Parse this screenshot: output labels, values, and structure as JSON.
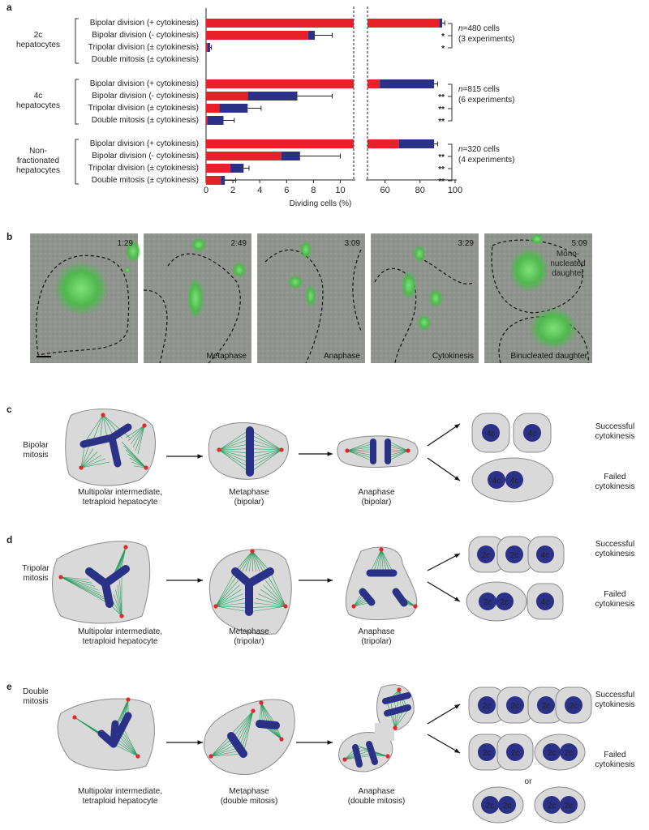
{
  "panel_a": {
    "letter": "a",
    "groups": [
      {
        "label": "2c\nhepatocytes",
        "n": "=480 cells",
        "exp": "(3 experiments)",
        "stars": [
          "*",
          "*"
        ]
      },
      {
        "label": "4c\nhepatocytes",
        "n": "=815 cells",
        "exp": "(6 experiments)",
        "stars": [
          "**",
          "**",
          "**"
        ]
      },
      {
        "label": "Non-\nfractionated\nhepatocytes",
        "n": "=320 cells",
        "exp": "(4 experiments)",
        "stars": [
          "**",
          "**",
          "**"
        ]
      }
    ],
    "n_italic": "n",
    "row_labels": [
      "Bipolar division (+ cytokinesis)",
      "Bipolar division (- cytokinesis)",
      "Tripolar division (± cytokinesis)",
      "Double mitosis (± cytokinesis)"
    ]
  },
  "chart_data": {
    "type": "bar",
    "orientation": "horizontal",
    "stacked": true,
    "broken_axis": true,
    "xlabel": "Dividing cells (%)",
    "x_ticks_left": [
      "0",
      "2",
      "4",
      "6",
      "8",
      "10"
    ],
    "x_ticks_right": [
      "60",
      "80",
      "100"
    ],
    "xlim_left": [
      0,
      11
    ],
    "xlim_right": [
      50,
      100
    ],
    "categories": [
      "2c hepatocytes: Bipolar division (+ cytokinesis)",
      "2c hepatocytes: Bipolar division (- cytokinesis)",
      "2c hepatocytes: Tripolar division (± cytokinesis)",
      "2c hepatocytes: Double mitosis (± cytokinesis)",
      "4c hepatocytes: Bipolar division (+ cytokinesis)",
      "4c hepatocytes: Bipolar division (- cytokinesis)",
      "4c hepatocytes: Tripolar division (± cytokinesis)",
      "4c hepatocytes: Double mitosis (± cytokinesis)",
      "Non-fractionated hepatocytes: Bipolar division (+ cytokinesis)",
      "Non-fractionated hepatocytes: Bipolar division (- cytokinesis)",
      "Non-fractionated hepatocytes: Tripolar division (± cytokinesis)",
      "Non-fractionated hepatocytes: Double mitosis (± cytokinesis)"
    ],
    "series": [
      {
        "color": "#e8202a",
        "values": [
          91,
          7.6,
          0.1,
          0,
          57,
          3.1,
          1.0,
          0.1,
          68,
          5.6,
          1.8,
          1.1
        ]
      },
      {
        "color": "#2b3187",
        "values": [
          1.6,
          0.5,
          0.2,
          0,
          31,
          3.7,
          2.1,
          1.2,
          20,
          1.4,
          1.0,
          0.3
        ]
      }
    ],
    "errors": [
      1.5,
      1.3,
      0.1,
      0,
      2.0,
      2.6,
      1.0,
      0.8,
      2.0,
      3.0,
      0.4,
      0.8
    ],
    "annotations": [
      "n=480 cells (3 experiments)",
      "n=815 cells (6 experiments)",
      "n=320 cells (4 experiments)"
    ]
  },
  "panel_b": {
    "letter": "b",
    "frames": [
      {
        "time": "1:29",
        "caption": ""
      },
      {
        "time": "2:49",
        "caption": "Metaphase"
      },
      {
        "time": "3:09",
        "caption": "Anaphase"
      },
      {
        "time": "3:29",
        "caption": "Cytokinesis"
      },
      {
        "time": "5:09",
        "caption": "Binucleated daughter",
        "extra": "Mono-\nnucleated\ndaughter"
      }
    ]
  },
  "panel_c": {
    "letter": "c",
    "row_label": "Bipolar\nmitosis",
    "captions": [
      "Multipolar intermediate,\ntetraploid hepatocyte",
      "Metaphase\n(bipolar)",
      "Anaphase\n(bipolar)"
    ],
    "outcome_top": "Successful\ncytokinesis",
    "outcome_bottom": "Failed\ncytokinesis",
    "nuclei_top": [
      "4c",
      "4c"
    ],
    "nuclei_bottom": [
      "4c",
      "4c"
    ]
  },
  "panel_d": {
    "letter": "d",
    "row_label": "Tripolar\nmitosis",
    "captions": [
      "Multipolar intermediate,\ntetraploid hepatocyte",
      "Metaphase\n(tripolar)",
      "Anaphase\n(tripolar)"
    ],
    "outcome_top": "Successful\ncytokinesis",
    "outcome_bottom": "Failed\ncytokinesis",
    "nuclei_top": [
      "2c",
      "2c",
      "4c"
    ],
    "nuclei_bottom": [
      "2c",
      "2c",
      "4c"
    ]
  },
  "panel_e": {
    "letter": "e",
    "row_label": "Double\nmitosis",
    "captions": [
      "Multipolar intermediate,\ntetraploid hepatocyte",
      "Metaphase\n(double mitosis)",
      "Anaphase\n(double mitosis)"
    ],
    "outcome_top": "Successful\ncytokinesis",
    "outcome_bottom": "Failed\ncytokinesis",
    "or_label": "or",
    "nuclei_top": [
      "2c",
      "2c",
      "2c",
      "2c"
    ],
    "nuclei_mid": [
      "2c",
      "2c",
      "2c",
      "2c"
    ],
    "nuclei_bottom": [
      "2c",
      "2c",
      "2c",
      "2c"
    ]
  },
  "colors": {
    "red": "#e8202a",
    "blue": "#2b3187",
    "spindle": "#1f9a5a",
    "cell": "#d9d9d9",
    "cell_edge": "#8a8a8a",
    "pole": "#e3262c"
  }
}
